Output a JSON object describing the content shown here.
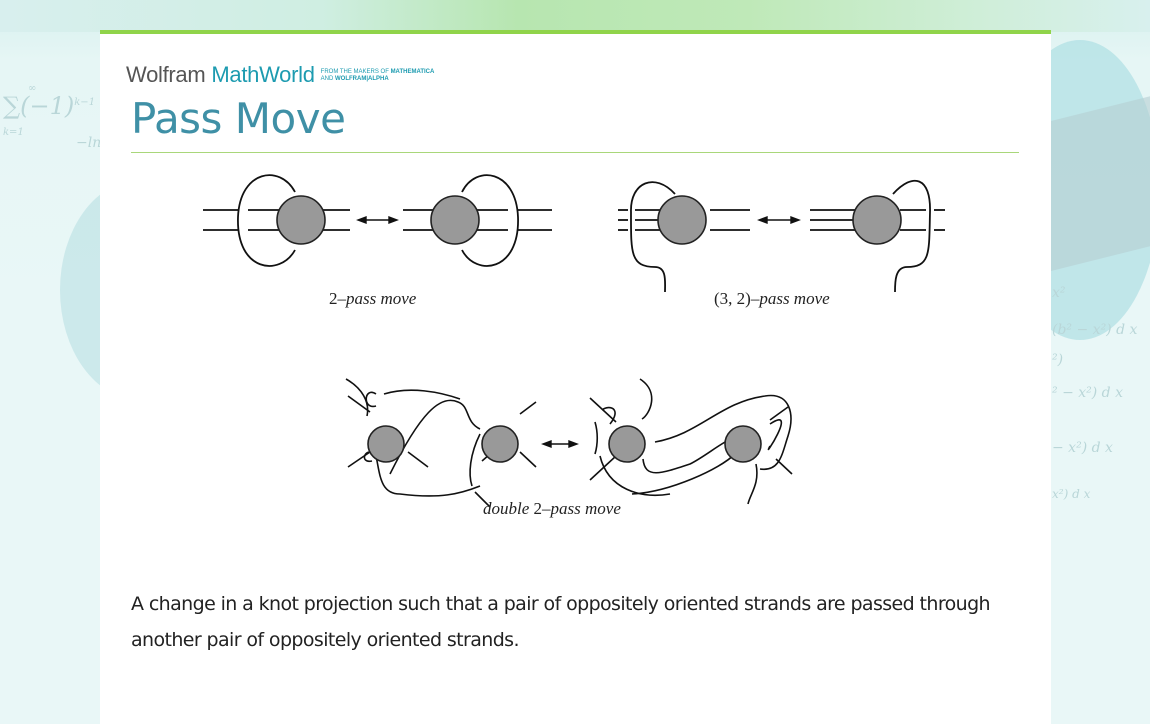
{
  "brand": {
    "wolfram": "Wolfram",
    "mathworld": "MathWorld",
    "tagline_line1_prefix": "FROM THE MAKERS OF ",
    "tagline_line1_bold": "MATHEMATICA",
    "tagline_line2_prefix": "AND ",
    "tagline_line2_bold": "WOLFRAM|ALPHA"
  },
  "page": {
    "title": "Pass Move",
    "definition": "A change in a knot projection such that a pair of oppositely oriented strands are passed through another pair of oppositely oriented strands."
  },
  "figures": [
    {
      "id": "two-pass",
      "caption_prefix": "2–",
      "caption_italic": "pass move"
    },
    {
      "id": "three-two-pass",
      "caption_prefix": "(3, 2)–",
      "caption_italic": "pass move"
    },
    {
      "id": "double-two-pass",
      "caption_italic_a": "double",
      "caption_mid": " 2–",
      "caption_italic": "pass move"
    }
  ],
  "background_math": {
    "left_sum": "∑(−1)",
    "left_sup": "k−1",
    "left_sub": "k=1",
    "left_inf": "∞",
    "left_ln": "−ln",
    "right_lines": [
      "x²",
      "(b² − x²)  d x",
      "²)",
      "² − x²)   d x",
      "− x²)  d x",
      "x²)  d x"
    ]
  },
  "colors": {
    "accent_green": "#90d44a",
    "title_teal": "#3f90a6",
    "brand_teal": "#1d9bb0",
    "disc_gray": "#999999"
  }
}
